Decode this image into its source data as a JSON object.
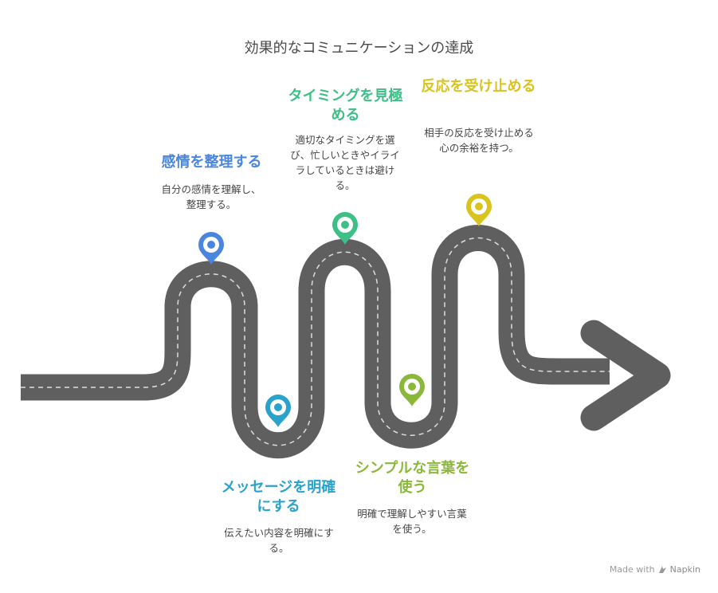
{
  "title": "効果的なコミュニケーションの達成",
  "steps": [
    {
      "title": "感情を整理する",
      "desc": "自分の感情を理解し、整理する。",
      "color": "#4a86e0",
      "icon": "map-pin-icon"
    },
    {
      "title": "メッセージを明確にする",
      "desc": "伝えたい内容を明確にする。",
      "color": "#2aa3cc",
      "icon": "map-pin-icon"
    },
    {
      "title": "タイミングを見極める",
      "desc": "適切なタイミングを選び、忙しいときやイライラしているときは避ける。",
      "color": "#3dbf86",
      "icon": "map-pin-icon"
    },
    {
      "title": "シンプルな言葉を使う",
      "desc": "明確で理解しやすい言葉を使う。",
      "color": "#8ab83a",
      "icon": "map-pin-icon"
    },
    {
      "title": "反応を受け止める",
      "desc": "相手の反応を受け止める心の余裕を持つ。",
      "color": "#d9c31d",
      "icon": "map-pin-icon"
    }
  ],
  "road": {
    "color": "#5f5f5f",
    "dash_color": "#dddddd"
  },
  "footer": {
    "made_with": "Made with",
    "brand": "Napkin",
    "icon": "napkin-logo-icon"
  }
}
